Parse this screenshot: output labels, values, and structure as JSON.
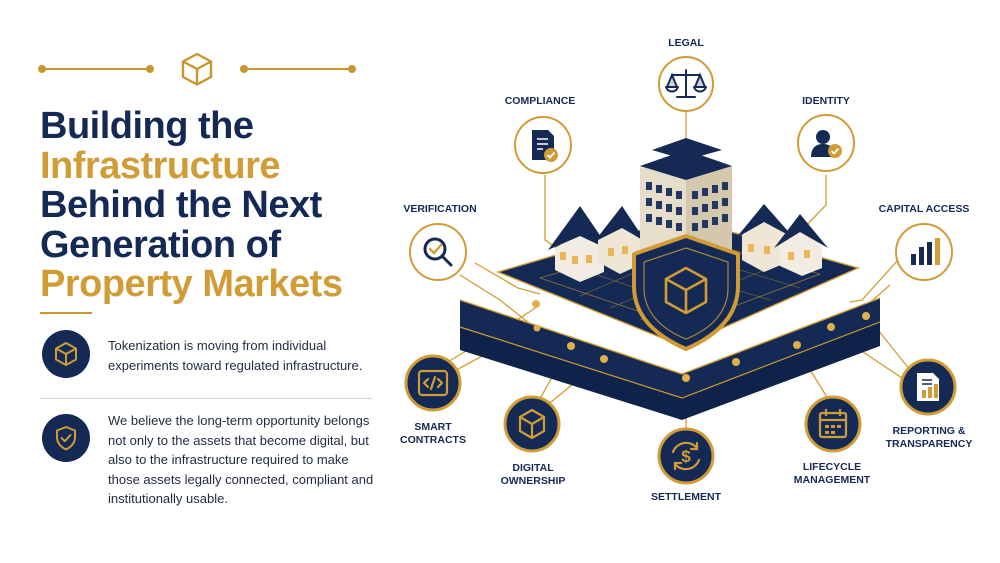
{
  "headline": {
    "line1": "Building the",
    "line2": "Infrastructure",
    "line3": "Behind the Next",
    "line4": "Generation of",
    "line5": "Property Markets"
  },
  "points": [
    {
      "icon": "cube-icon",
      "text": "Tokenization is moving from individual experiments toward regulated infrastructure."
    },
    {
      "icon": "shield-check-icon",
      "text": "We believe the long-term opportunity belongs not only to the assets that become digital, but also to the infrastructure required to make those assets legally connected, compliant and institutionally usable."
    }
  ],
  "diagram": {
    "center": {
      "icon": "shield-cube-icon"
    },
    "nodes": [
      {
        "id": "legal",
        "label": [
          "LEGAL"
        ],
        "icon": "scales-icon",
        "style": "outline"
      },
      {
        "id": "compliance",
        "label": [
          "COMPLIANCE"
        ],
        "icon": "document-check-icon",
        "style": "outline"
      },
      {
        "id": "identity",
        "label": [
          "IDENTITY"
        ],
        "icon": "user-check-icon",
        "style": "outline"
      },
      {
        "id": "verification",
        "label": [
          "VERIFICATION"
        ],
        "icon": "magnifier-check-icon",
        "style": "outline"
      },
      {
        "id": "capital-access",
        "label": [
          "CAPITAL ACCESS"
        ],
        "icon": "bar-chart-icon",
        "style": "outline"
      },
      {
        "id": "smart-contracts",
        "label": [
          "SMART",
          "CONTRACTS"
        ],
        "icon": "code-icon",
        "style": "filled"
      },
      {
        "id": "digital-ownership",
        "label": [
          "DIGITAL",
          "OWNERSHIP"
        ],
        "icon": "cube-icon",
        "style": "filled"
      },
      {
        "id": "settlement",
        "label": [
          "SETTLEMENT"
        ],
        "icon": "dollar-cycle-icon",
        "style": "filled"
      },
      {
        "id": "lifecycle-management",
        "label": [
          "LIFECYCLE",
          "MANAGEMENT"
        ],
        "icon": "calendar-icon",
        "style": "filled"
      },
      {
        "id": "reporting-transparency",
        "label": [
          "REPORTING &",
          "TRANSPARENCY"
        ],
        "icon": "report-chart-icon",
        "style": "filled"
      }
    ]
  },
  "colors": {
    "navy": "#142a54",
    "gold": "#d19c35",
    "text": "#1f2a3f"
  }
}
